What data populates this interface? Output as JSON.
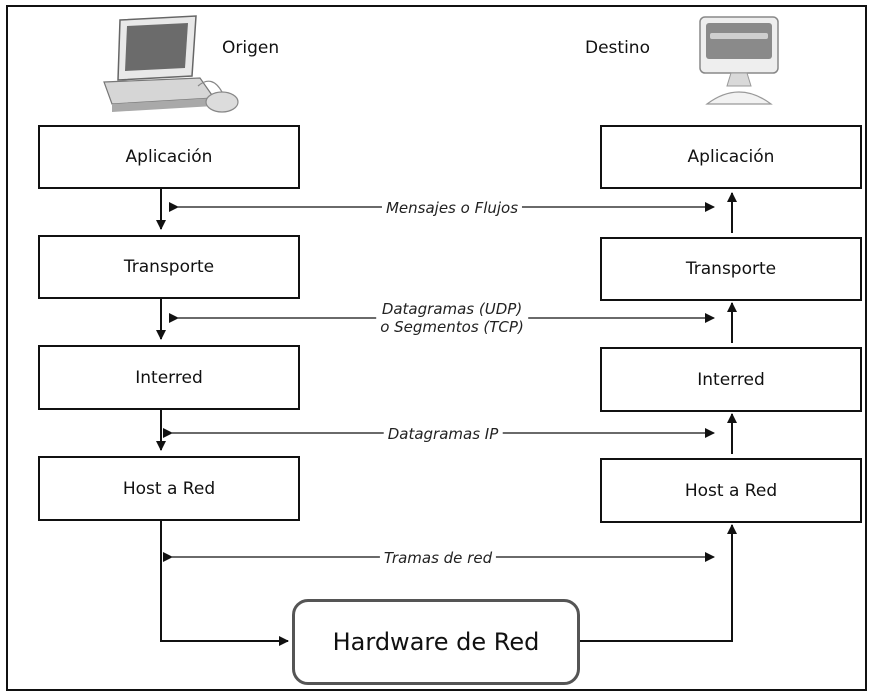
{
  "origin": {
    "title": "Origen",
    "icon": "desktop-computer-icon",
    "layers": [
      "Aplicación",
      "Transporte",
      "Interred",
      "Host a Red"
    ]
  },
  "destination": {
    "title": "Destino",
    "icon": "monitor-icon",
    "layers": [
      "Aplicación",
      "Transporte",
      "Interred",
      "Host a Red"
    ]
  },
  "messages": {
    "app": "Mensajes  o Flujos",
    "transport_line1": "Datagramas (UDP)",
    "transport_line2": "o Segmentos (TCP)",
    "internet": "Datagramas IP",
    "link": "Tramas de red"
  },
  "hardware": "Hardware de Red",
  "colors": {
    "stroke": "#111111",
    "hardware_border": "#555555"
  }
}
